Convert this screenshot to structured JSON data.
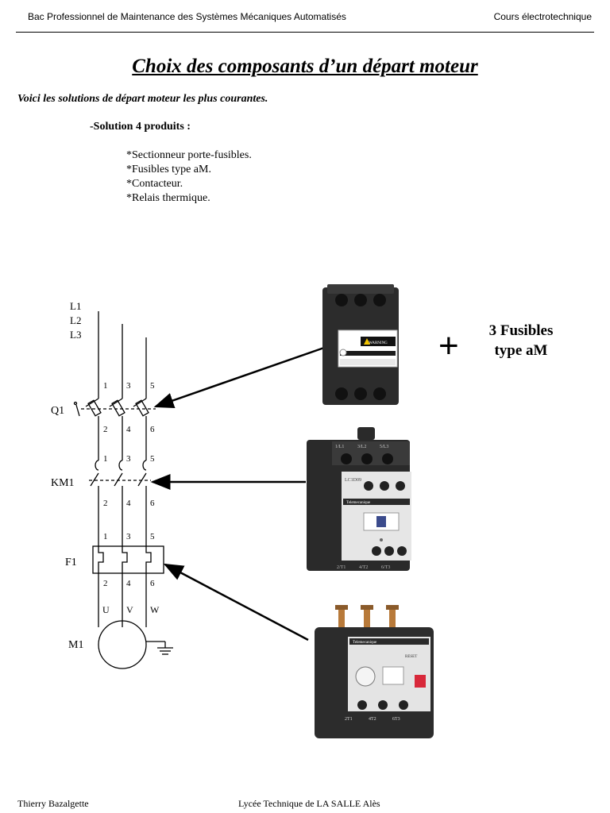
{
  "header": {
    "left": "Bac Professionnel de Maintenance des Systèmes Mécaniques Automatisés",
    "right": "Cours électrotechnique"
  },
  "title": "Choix des composants d’un départ moteur",
  "intro": "Voici les solutions de départ moteur les plus courantes.",
  "solution_heading": "-Solution 4 produits :",
  "components": [
    "*Sectionneur porte-fusibles.",
    "*Fusibles type aM.",
    "*Contacteur.",
    "*Relais thermique."
  ],
  "plus_sign": "+",
  "fuses_label": {
    "line1": "3 Fusibles",
    "line2": "type aM"
  },
  "diagram": {
    "phases": [
      "L1",
      "L2",
      "L3"
    ],
    "devices": [
      "Q1",
      "KM1",
      "F1",
      "M1"
    ],
    "terminals_top": [
      "1",
      "3",
      "5"
    ],
    "terminals_bottom": [
      "2",
      "4",
      "6"
    ],
    "motor_terminals": [
      "U",
      "V",
      "W"
    ]
  },
  "photos": {
    "disconnector": {
      "label": "WARNING"
    },
    "contactor": {
      "brand": "Telemecanique",
      "model": "LC1D09",
      "terminals": [
        "1/L1",
        "3/L2",
        "5/L3"
      ],
      "bottom_terminals": [
        "2/T1",
        "4/T2",
        "6/T3"
      ]
    },
    "thermal_relay": {
      "brand": "Telemecanique",
      "reset": "RESET",
      "terminals": [
        "2T1",
        "4T2",
        "6T3"
      ]
    }
  },
  "footer": {
    "left": "Thierry Bazalgette",
    "center": "Lycée Technique de LA SALLE  Alès"
  }
}
